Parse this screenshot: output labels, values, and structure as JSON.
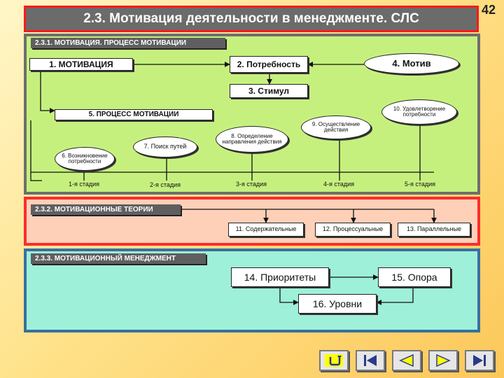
{
  "title": "2.3. Мотивация деятельности в менеджменте. СЛС",
  "page_number": "42",
  "section1": {
    "header": "2.3.1. МОТИВАЦИЯ. ПРОЦЕСС МОТИВАЦИИ",
    "motivation": "1. МОТИВАЦИЯ",
    "need": "2. Потребность",
    "motive": "4. Мотив",
    "stimulus": "3. Стимул",
    "process": "5. ПРОЦЕСС МОТИВАЦИИ",
    "node6": "6. Возникновение потребности",
    "node7": "7. Поиск путей",
    "node8": "8. Определение направления действия",
    "node9": "9. Осуществление действия",
    "node10": "10. Удовлетворение потребности",
    "stages": [
      "1-я стадия",
      "2-я стадия",
      "3-я стадия",
      "4-я стадия",
      "5-я стадия"
    ]
  },
  "section2": {
    "header": "2.3.2. МОТИВАЦИОННЫЕ ТЕОРИИ",
    "items": [
      "11. Содержательные",
      "12. Процессуальные",
      "13. Параллельные"
    ]
  },
  "section3": {
    "header": "2.3.3. МОТИВАЦИОННЫЙ МЕНЕДЖМЕНТ",
    "priorities": "14. Приоритеты",
    "support": "15. Опора",
    "levels": "16. Уровни"
  },
  "nav": {
    "icons": [
      "return-icon",
      "first-icon",
      "prev-icon",
      "next-icon",
      "last-icon"
    ],
    "accent": "#ffff00"
  }
}
